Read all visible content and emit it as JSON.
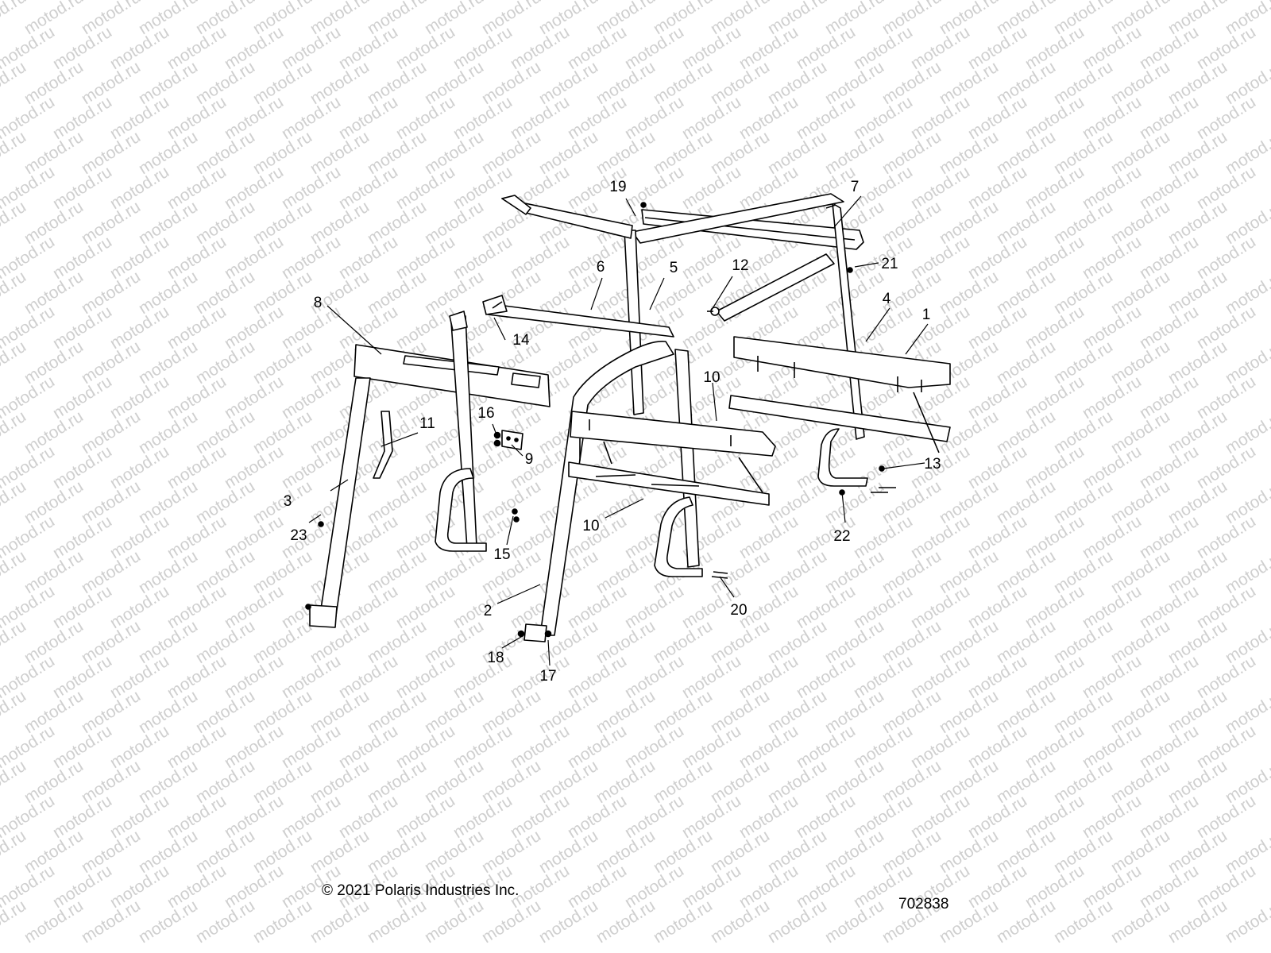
{
  "watermark": {
    "text": "motod.ru"
  },
  "copyright": "© 2021 Polaris Industries Inc.",
  "figure_number": "702838",
  "callouts": [
    "1",
    "2",
    "3",
    "4",
    "5",
    "6",
    "7",
    "8",
    "9",
    "10",
    "10",
    "11",
    "12",
    "13",
    "14",
    "15",
    "16",
    "17",
    "18",
    "19",
    "20",
    "21",
    "22",
    "23"
  ]
}
